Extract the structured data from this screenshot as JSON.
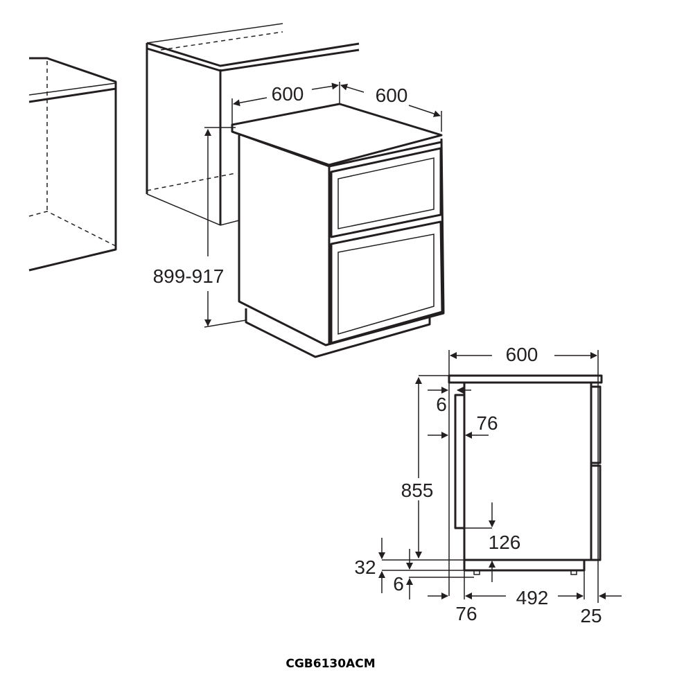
{
  "model": "CGB6130ACM",
  "perspective_view": {
    "width_label": "600",
    "depth_label": "600",
    "height_label": "899-917"
  },
  "side_view": {
    "overall_depth": "600",
    "top_gap": "6",
    "rear_offset_top": "76",
    "body_height": "855",
    "handle_bottom": "126",
    "plinth_height": "32",
    "foot_height": "6",
    "rear_offset_bottom": "76",
    "plinth_depth": "492",
    "door_depth": "25"
  }
}
